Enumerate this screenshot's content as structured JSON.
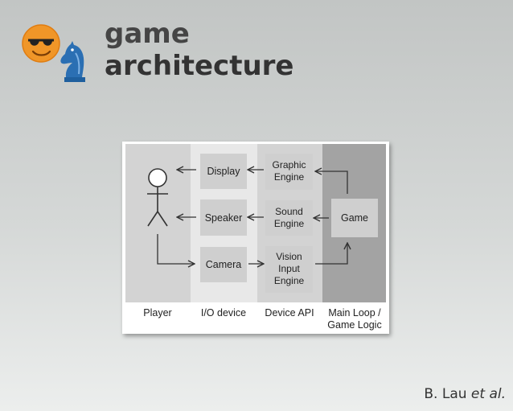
{
  "header": {
    "title_line1": "game",
    "title_line2": "architecture"
  },
  "icons": {
    "smiley": "sunglasses-smiley-icon",
    "chess_knight": "chess-knight-icon"
  },
  "colors": {
    "accent_orange": "#f09628",
    "knight_blue": "#2b6fb3",
    "column_player": "#d3d3d3",
    "column_io": "#e8e8e8",
    "column_api": "#d3d3d3",
    "column_game": "#a3a3a3",
    "box_fill": "#cfcfcf"
  },
  "diagram": {
    "boxes": {
      "display": "Display",
      "speaker": "Speaker",
      "camera": "Camera",
      "graphic_engine": [
        "Graphic",
        "Engine"
      ],
      "sound_engine": [
        "Sound",
        "Engine"
      ],
      "vision_engine": [
        "Vision",
        "Input",
        "Engine"
      ],
      "game": "Game"
    },
    "columns": {
      "player": "Player",
      "io_device": "I/O device",
      "device_api": "Device API",
      "main_loop": [
        "Main Loop /",
        "Game Logic"
      ]
    }
  },
  "credit": {
    "author": "B. Lau ",
    "etal": "et al."
  }
}
